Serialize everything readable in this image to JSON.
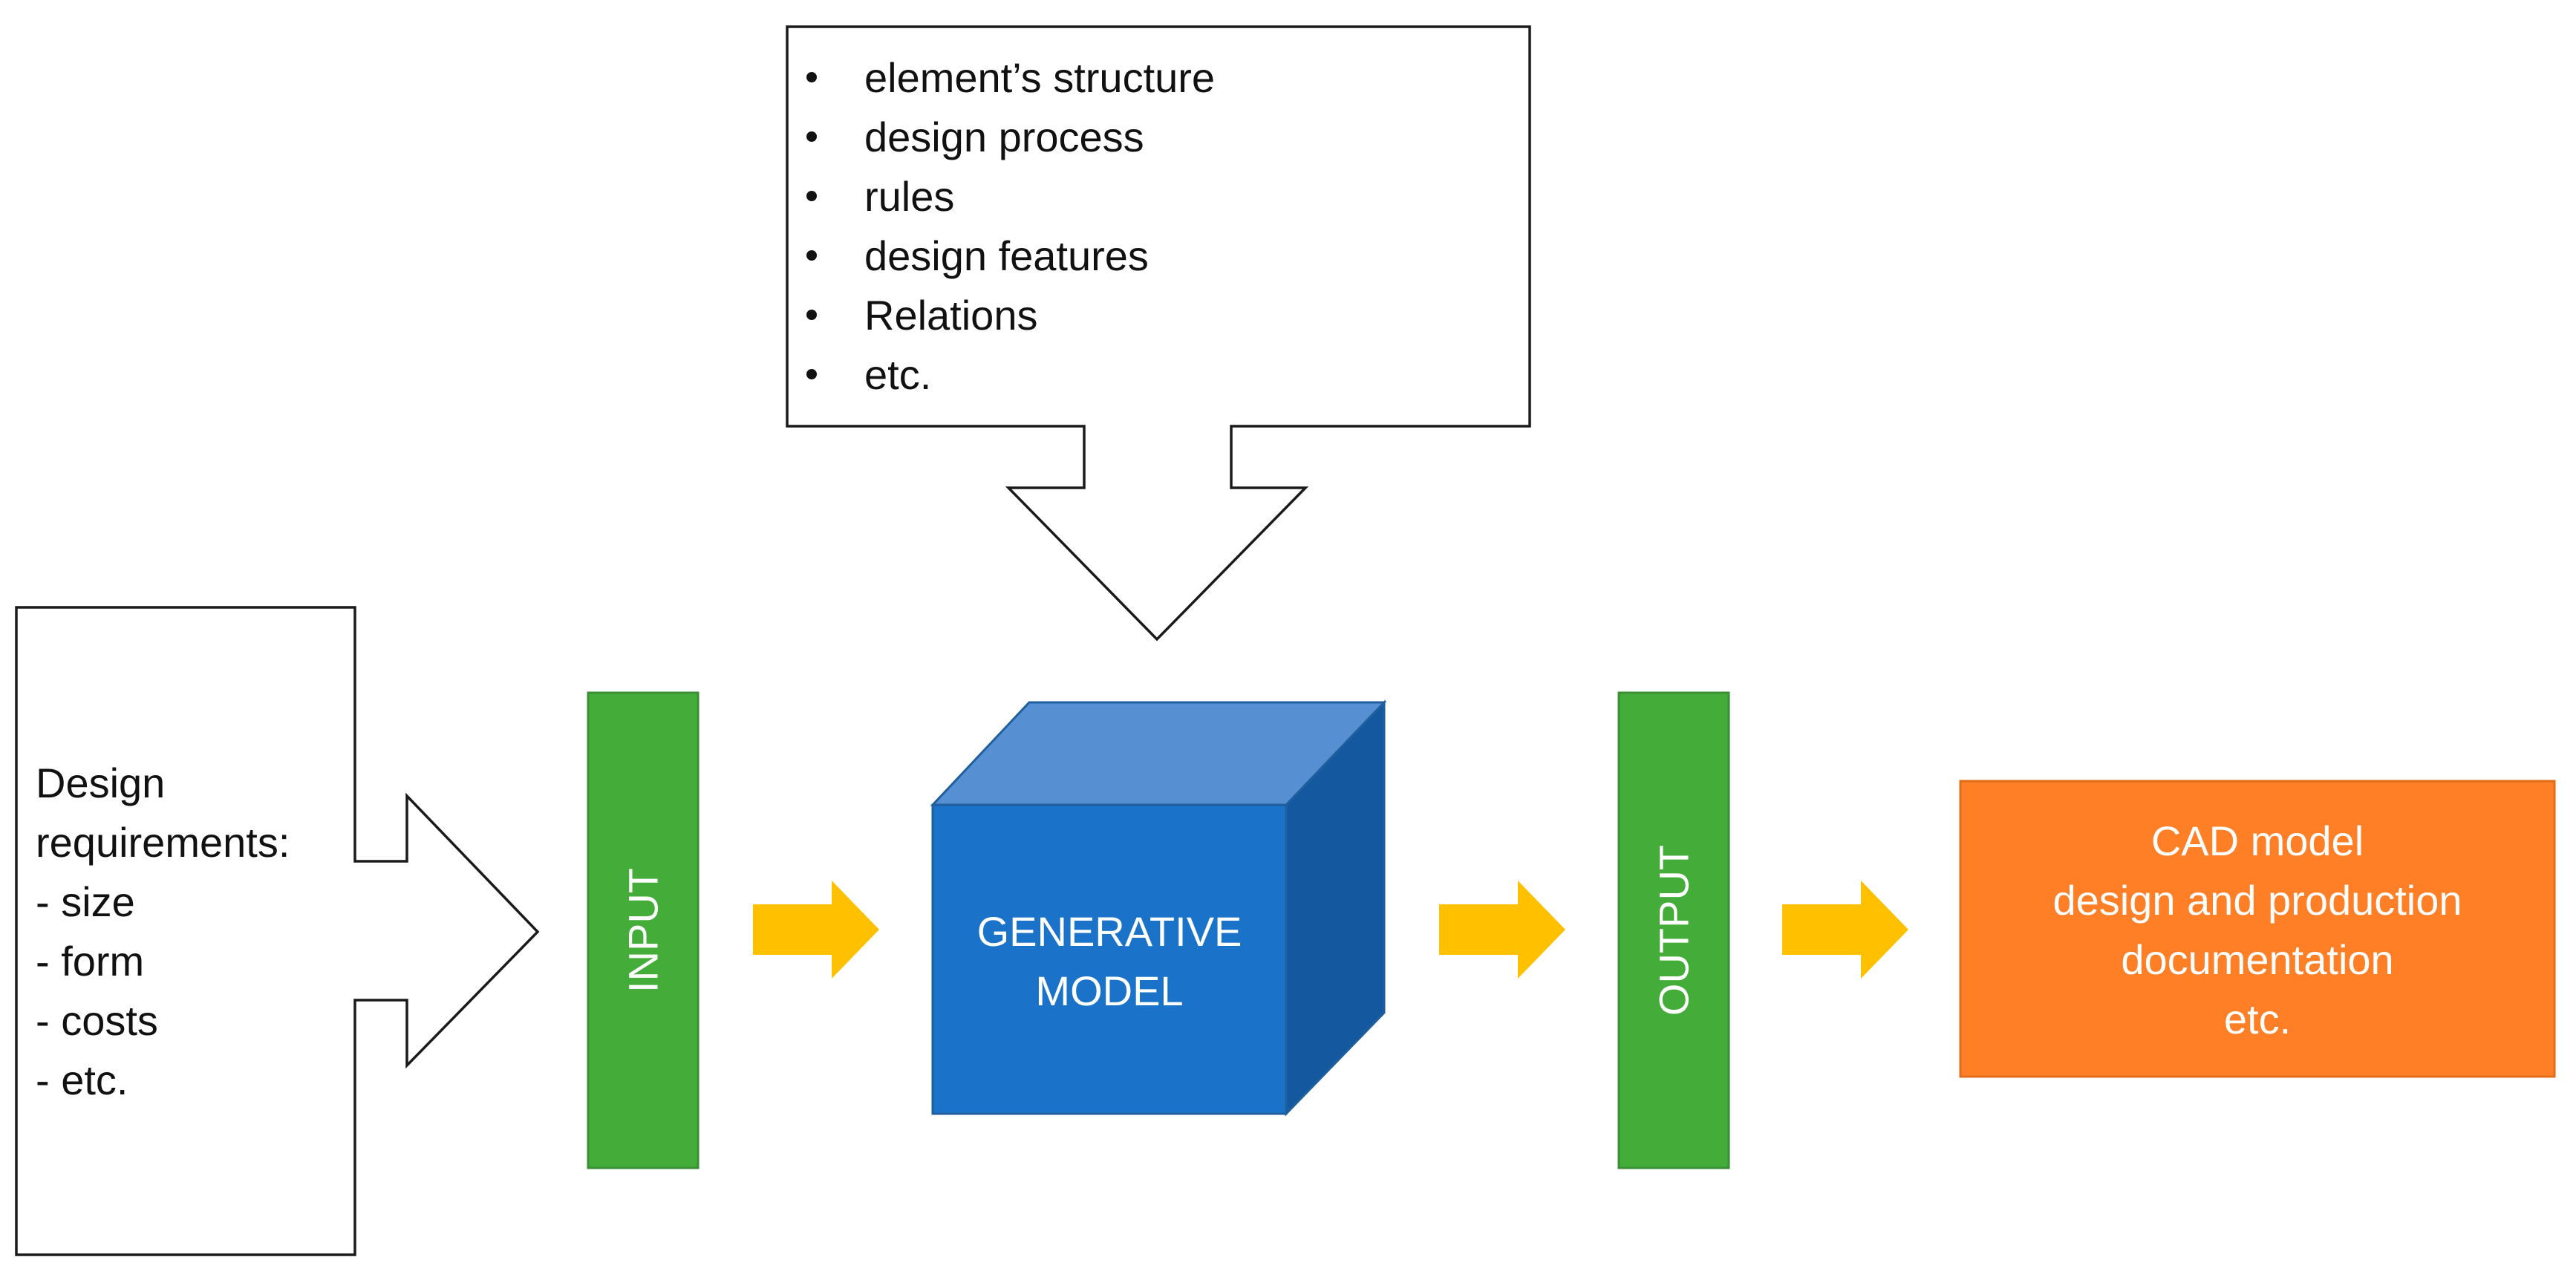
{
  "top_callout": {
    "items": [
      "element’s structure",
      "design process",
      "rules",
      "design features",
      "Relations",
      "etc."
    ]
  },
  "left_callout": {
    "lines": [
      "Design",
      "requirements:",
      "- size",
      "- form",
      "- costs",
      "- etc."
    ]
  },
  "input_bar": {
    "label": "INPUT"
  },
  "output_bar": {
    "label": "OUTPUT"
  },
  "model_cube": {
    "lines": [
      "GENERATIVE",
      "MODEL"
    ]
  },
  "result_box": {
    "lines": [
      "CAD model",
      "design and production",
      "documentation",
      "etc."
    ]
  },
  "colors": {
    "bar_green": "#44AD3A",
    "bar_green_border": "#3A8F34",
    "cube_front": "#1A73C9",
    "cube_top": "#5690D2",
    "cube_side": "#1459A0",
    "cube_edge": "#1F5F9E",
    "arrow_yellow": "#FFC000",
    "result_orange": "#FF7F27",
    "result_border": "#E06C18",
    "outline": "#1a1a1a"
  }
}
